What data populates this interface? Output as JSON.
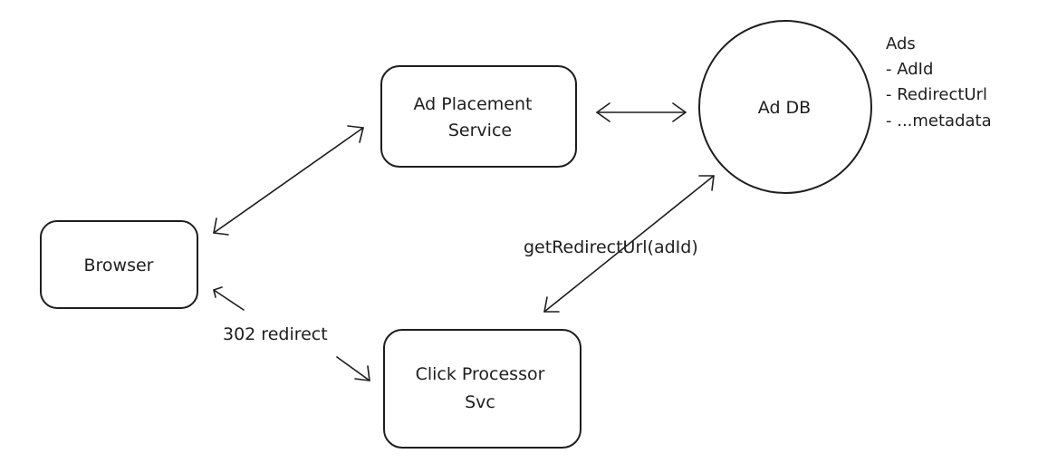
{
  "nodes": {
    "ad_placement_service": {
      "label_line1": "Ad Placement",
      "label_line2": "Service"
    },
    "ad_db": {
      "label": "Ad DB"
    },
    "browser": {
      "label": "Browser"
    },
    "click_processor": {
      "label_line1": "Click Processor",
      "label_line2": "Svc"
    }
  },
  "edges": {
    "get_redirect_url": {
      "label": "getRedirectUrl(adId)"
    },
    "redirect_302": {
      "label": "302 redirect"
    }
  },
  "ads_note": {
    "title": "Ads",
    "items": [
      "- AdId",
      "- RedirectUrl",
      "- ...metadata"
    ]
  }
}
